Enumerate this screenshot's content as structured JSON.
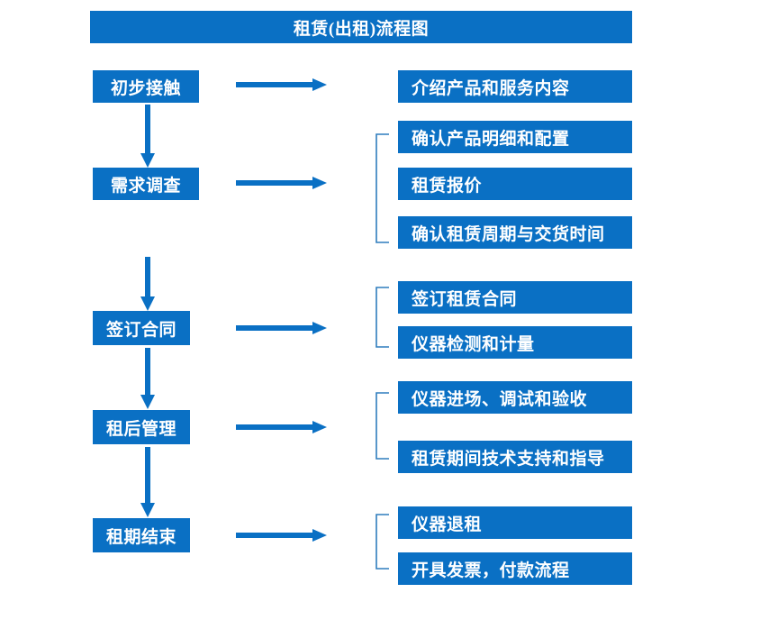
{
  "diagram": {
    "title": "租赁(出租)流程图",
    "accent_color": "#0a70c4",
    "text_color": "#ffffff",
    "background_color": "#ffffff",
    "stages": [
      {
        "label": "初步接触"
      },
      {
        "label": "需求调查"
      },
      {
        "label": "签订合同"
      },
      {
        "label": "租后管理"
      },
      {
        "label": "租期结束"
      }
    ],
    "details": [
      {
        "label": "介绍产品和服务内容"
      },
      {
        "label": "确认产品明细和配置"
      },
      {
        "label": "租赁报价"
      },
      {
        "label": "确认租赁周期与交货时间"
      },
      {
        "label": "签订租赁合同"
      },
      {
        "label": "仪器检测和计量"
      },
      {
        "label": "仪器进场、调试和验收"
      },
      {
        "label": "租赁期间技术支持和指导"
      },
      {
        "label": "仪器退租"
      },
      {
        "label": "开具发票，付款流程"
      }
    ]
  }
}
